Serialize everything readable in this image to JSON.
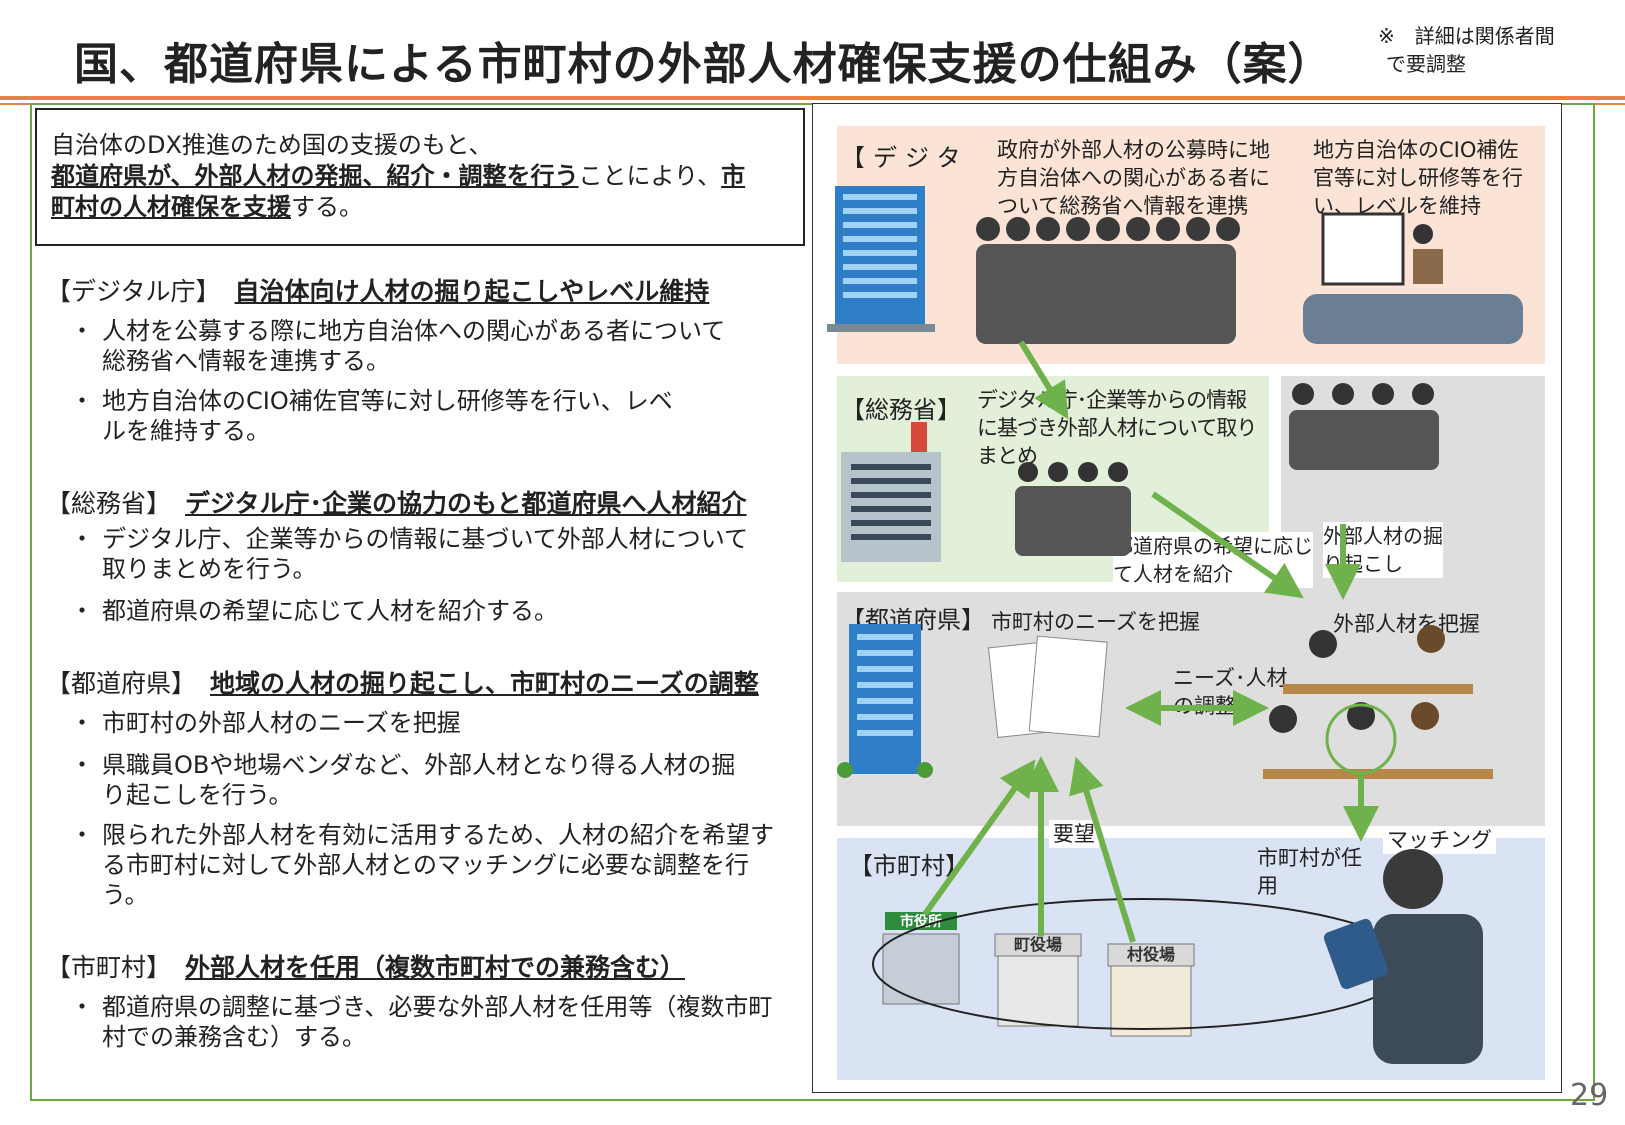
{
  "title": "国、都道府県による市町村の外部人材確保支援の仕組み（案）",
  "note": [
    "※　詳細は関係者間",
    "で要調整"
  ],
  "intro": {
    "line1": "自治体のDX推進のため国の支援のもと、",
    "bold1": "都道府県が、外部人材の発掘、紹介・調整を行う",
    "plain1": "ことにより、",
    "bold2a": "市",
    "bold2b": "町村の人材確保を支援",
    "plain2": "する。"
  },
  "sections": [
    {
      "label": "【デジタル庁】",
      "heading": "自治体向け人材の掘り起こしやレベル維持",
      "bullets": [
        "人材を公募する際に地方自治体への関心がある者について総務省へ情報を連携する。",
        "地方自治体のCIO補佐官等に対し研修等を行い、レベルを維持する。"
      ]
    },
    {
      "label": "【総務省】",
      "heading": "デジタル庁･企業の協力のもと都道府県へ人材紹介",
      "bullets": [
        "デジタル庁、企業等からの情報に基づいて外部人材について取りまとめを行う。",
        "都道府県の希望に応じて人材を紹介する。"
      ]
    },
    {
      "label": "【都道府県】",
      "heading": "地域の人材の掘り起こし、市町村のニーズの調整",
      "bullets": [
        "市町村の外部人材のニーズを把握",
        "県職員OBや地場ベンダなど、外部人材となり得る人材の掘り起こしを行う。",
        "限られた外部人材を有効に活用するため、人材の紹介を希望する市町村に対して外部人材とのマッチングに必要な調整を行う。"
      ]
    },
    {
      "label": "【市町村】",
      "heading": "外部人材を任用（複数市町村での兼務含む）",
      "bullets": [
        "都道府県の調整に基づき、必要な外部人材を任用等（複数市町村での兼務含む）する。"
      ]
    }
  ],
  "bullet_mark": "・",
  "diagram": {
    "digital": {
      "label": "【デジタル庁】",
      "text1": "政府が外部人材の公募時に地方自治体への関心がある者について総務省へ情報を連携",
      "text2": "地方自治体のCIO補佐官等に対し研修等を行い、レベルを維持"
    },
    "soumu": {
      "label": "【総務省】",
      "text": "デジタル庁･企業等からの情報に基づき外部人材について取りまとめ",
      "intro": "都道府県の希望に応じて人材を紹介",
      "dig": "外部人材の掘り起こし"
    },
    "pref": {
      "label": "【都道府県】",
      "needs": "市町村のニーズを把握",
      "grasp": "外部人材を把握",
      "adjust": "ニーズ･人材の調整"
    },
    "muni": {
      "label": "【市町村】",
      "request": "要望",
      "matching": "マッチング",
      "appoint": "市町村が任用",
      "city_hall": "市役所",
      "town_hall": "町役場",
      "village_hall": "村役場"
    }
  },
  "page_number": "29"
}
